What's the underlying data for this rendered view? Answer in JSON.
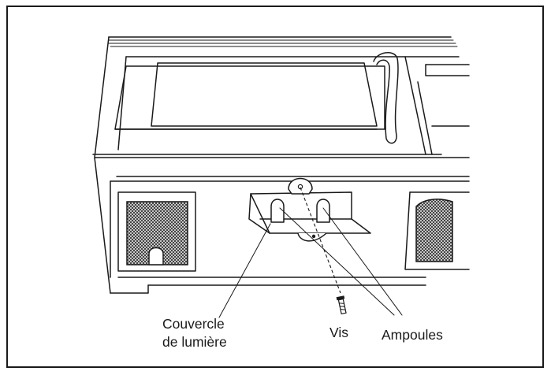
{
  "labels": {
    "light_cover_line1": "Couvercle",
    "light_cover_line2": "de lumière",
    "screw": "Vis",
    "bulbs": "Ampoules"
  },
  "colors": {
    "line": "#1a1a1a",
    "background": "#ffffff",
    "mesh": "#444444"
  }
}
